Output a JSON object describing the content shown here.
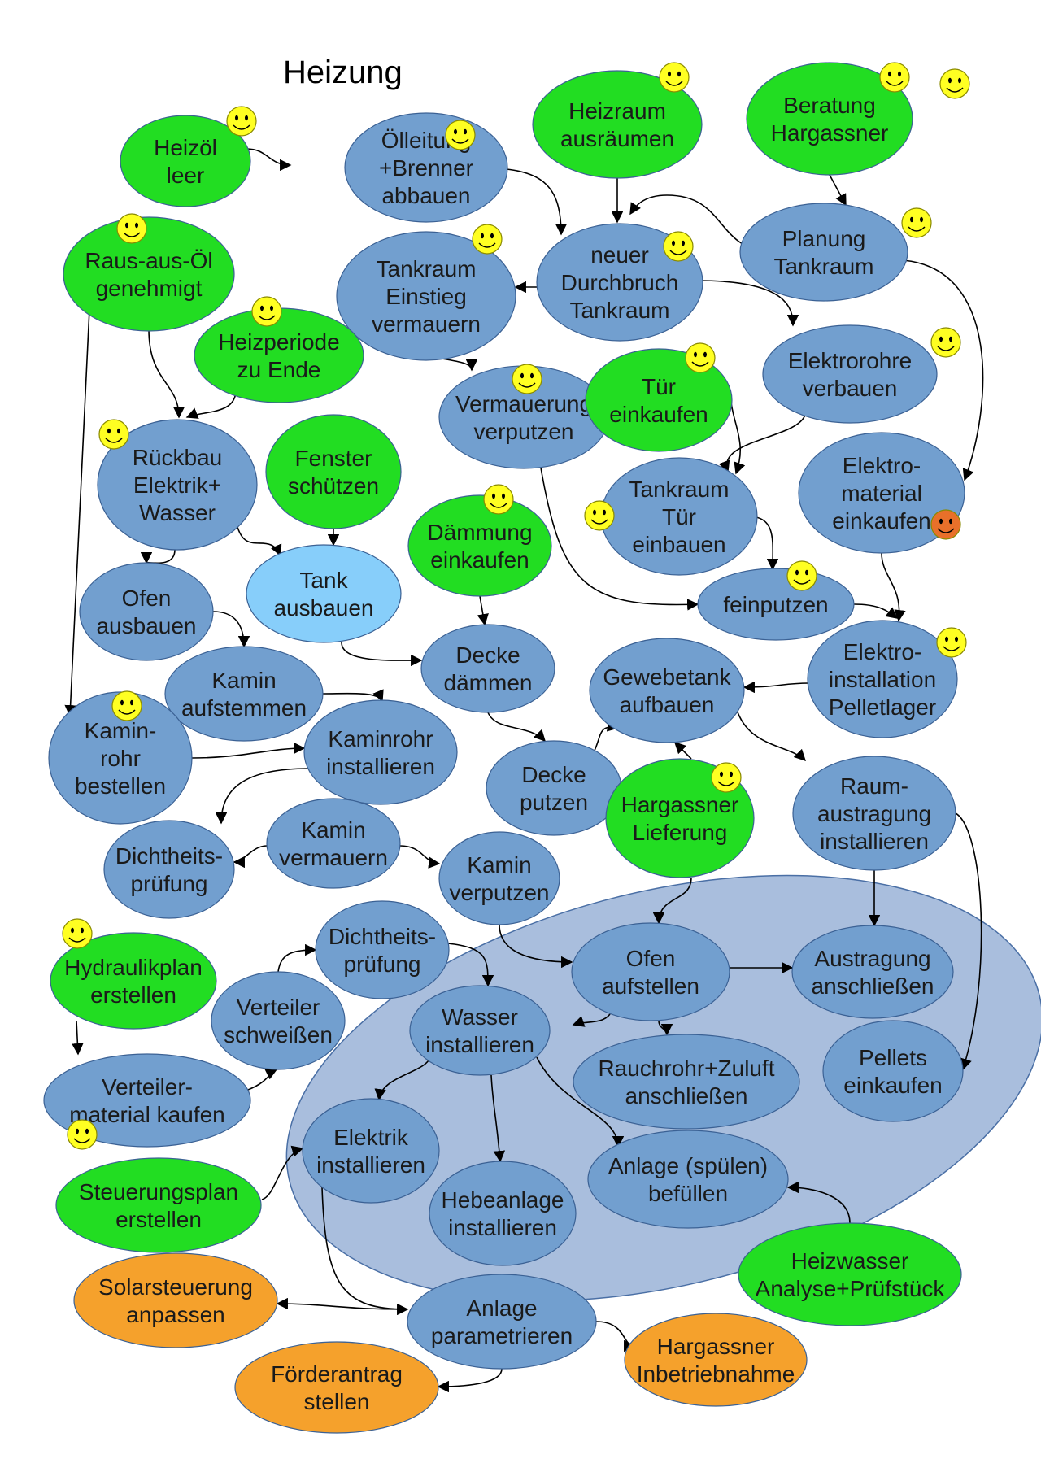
{
  "title": "Heizung",
  "colors": {
    "green": "#22dd22",
    "blue": "#729fcf",
    "light_blue": "#87cefa",
    "orange": "#f5a12c",
    "group": "#a9bedd",
    "smiley": "#ffff22",
    "smiley_warn": "#e8702a"
  },
  "nodes": [
    {
      "id": "heizoel",
      "lines": [
        "Heizöl",
        "leer"
      ],
      "color": "green"
    },
    {
      "id": "oelleitung",
      "lines": [
        "Ölleitung",
        "+Brenner",
        "abbauen"
      ],
      "color": "blue"
    },
    {
      "id": "heizraum",
      "lines": [
        "Heizraum",
        "ausräumen"
      ],
      "color": "green"
    },
    {
      "id": "beratung",
      "lines": [
        "Beratung",
        "Hargassner"
      ],
      "color": "green"
    },
    {
      "id": "rausausoel",
      "lines": [
        "Raus-aus-Öl",
        "genehmigt"
      ],
      "color": "green"
    },
    {
      "id": "tankraum_einstieg",
      "lines": [
        "Tankraum",
        "Einstieg",
        "vermauern"
      ],
      "color": "blue"
    },
    {
      "id": "durchbruch",
      "lines": [
        "neuer",
        "Durchbruch",
        "Tankraum"
      ],
      "color": "blue"
    },
    {
      "id": "planung",
      "lines": [
        "Planung",
        "Tankraum"
      ],
      "color": "blue"
    },
    {
      "id": "heizperiode",
      "lines": [
        "Heizperiode",
        "zu Ende"
      ],
      "color": "green"
    },
    {
      "id": "vermauerung_verputzen",
      "lines": [
        "Vermauerung",
        "verputzen"
      ],
      "color": "blue"
    },
    {
      "id": "tuer_einkaufen",
      "lines": [
        "Tür",
        "einkaufen"
      ],
      "color": "green"
    },
    {
      "id": "elektrorohre",
      "lines": [
        "Elektrorohre",
        "verbauen"
      ],
      "color": "blue"
    },
    {
      "id": "rueckbau",
      "lines": [
        "Rückbau",
        "Elektrik+",
        "Wasser"
      ],
      "color": "blue"
    },
    {
      "id": "fenster",
      "lines": [
        "Fenster",
        "schützen"
      ],
      "color": "green"
    },
    {
      "id": "tankraum_tuer",
      "lines": [
        "Tankraum",
        "Tür",
        "einbauen"
      ],
      "color": "blue"
    },
    {
      "id": "elektromaterial",
      "lines": [
        "Elektro-",
        "material",
        "einkaufen"
      ],
      "color": "blue"
    },
    {
      "id": "daemmung_einkaufen",
      "lines": [
        "Dämmung",
        "einkaufen"
      ],
      "color": "green"
    },
    {
      "id": "ofen_ausbauen",
      "lines": [
        "Ofen",
        "ausbauen"
      ],
      "color": "blue"
    },
    {
      "id": "tank_ausbauen",
      "lines": [
        "Tank",
        "ausbauen"
      ],
      "color": "light_blue"
    },
    {
      "id": "feinputzen",
      "lines": [
        "feinputzen"
      ],
      "color": "blue"
    },
    {
      "id": "decke_daemmen",
      "lines": [
        "Decke",
        "dämmen"
      ],
      "color": "blue"
    },
    {
      "id": "gewebetank",
      "lines": [
        "Gewebetank",
        "aufbauen"
      ],
      "color": "blue"
    },
    {
      "id": "elektroinstallation",
      "lines": [
        "Elektro-",
        "installation",
        "Pelletlager"
      ],
      "color": "blue"
    },
    {
      "id": "kamin_aufstemmen",
      "lines": [
        "Kamin",
        "aufstemmen"
      ],
      "color": "blue"
    },
    {
      "id": "kaminrohr_bestellen",
      "lines": [
        "Kamin-",
        "rohr",
        "bestellen"
      ],
      "color": "blue"
    },
    {
      "id": "kaminrohr_installieren",
      "lines": [
        "Kaminrohr",
        "installieren"
      ],
      "color": "blue"
    },
    {
      "id": "decke_putzen",
      "lines": [
        "Decke",
        "putzen"
      ],
      "color": "blue"
    },
    {
      "id": "hargassner_lieferung",
      "lines": [
        "Hargassner",
        "Lieferung"
      ],
      "color": "green"
    },
    {
      "id": "raumaustragung",
      "lines": [
        "Raum-",
        "austragung",
        "installieren"
      ],
      "color": "blue"
    },
    {
      "id": "dichtheit1",
      "lines": [
        "Dichtheits-",
        "prüfung"
      ],
      "color": "blue"
    },
    {
      "id": "kamin_vermauern",
      "lines": [
        "Kamin",
        "vermauern"
      ],
      "color": "blue"
    },
    {
      "id": "kamin_verputzen",
      "lines": [
        "Kamin",
        "verputzen"
      ],
      "color": "blue"
    },
    {
      "id": "dichtheit2",
      "lines": [
        "Dichtheits-",
        "prüfung"
      ],
      "color": "blue"
    },
    {
      "id": "hydraulikplan",
      "lines": [
        "Hydraulikplan",
        "erstellen"
      ],
      "color": "green"
    },
    {
      "id": "verteiler_schweissen",
      "lines": [
        "Verteiler",
        "schweißen"
      ],
      "color": "blue"
    },
    {
      "id": "ofen_aufstellen",
      "lines": [
        "Ofen",
        "aufstellen"
      ],
      "color": "blue"
    },
    {
      "id": "austragung",
      "lines": [
        "Austragung",
        "anschließen"
      ],
      "color": "blue"
    },
    {
      "id": "wasser_installieren",
      "lines": [
        "Wasser",
        "installieren"
      ],
      "color": "blue"
    },
    {
      "id": "rauchrohr",
      "lines": [
        "Rauchrohr+Zuluft",
        "anschließen"
      ],
      "color": "blue"
    },
    {
      "id": "pellets",
      "lines": [
        "Pellets",
        "einkaufen"
      ],
      "color": "blue"
    },
    {
      "id": "verteilermaterial",
      "lines": [
        "Verteiler-",
        "material kaufen"
      ],
      "color": "blue"
    },
    {
      "id": "elektrik_installieren",
      "lines": [
        "Elektrik",
        "installieren"
      ],
      "color": "blue"
    },
    {
      "id": "anlage_befuellen",
      "lines": [
        "Anlage (spülen)",
        "befüllen"
      ],
      "color": "blue"
    },
    {
      "id": "hebeanlage",
      "lines": [
        "Hebeanlage",
        "installieren"
      ],
      "color": "blue"
    },
    {
      "id": "steuerungsplan",
      "lines": [
        "Steuerungsplan",
        "erstellen"
      ],
      "color": "green"
    },
    {
      "id": "heizwasser",
      "lines": [
        "Heizwasser",
        "Analyse+Prüfstück"
      ],
      "color": "green"
    },
    {
      "id": "solarsteuerung",
      "lines": [
        "Solarsteuerung",
        "anpassen"
      ],
      "color": "orange"
    },
    {
      "id": "anlage_parametrieren",
      "lines": [
        "Anlage",
        "parametrieren"
      ],
      "color": "blue"
    },
    {
      "id": "hargassner_inbetriebnahme",
      "lines": [
        "Hargassner",
        "Inbetriebnahme"
      ],
      "color": "orange"
    },
    {
      "id": "foerderantrag",
      "lines": [
        "Förderantrag",
        "stellen"
      ],
      "color": "orange"
    }
  ],
  "smileys": [
    {
      "id": "s-heizoel",
      "mood": "happy"
    },
    {
      "id": "s-oelleitung",
      "mood": "happy"
    },
    {
      "id": "s-heizraum",
      "mood": "happy"
    },
    {
      "id": "s-beratung",
      "mood": "happy"
    },
    {
      "id": "s-legend",
      "mood": "happy"
    },
    {
      "id": "s-rausausoel",
      "mood": "happy"
    },
    {
      "id": "s-tankraum-einstieg",
      "mood": "happy"
    },
    {
      "id": "s-durchbruch",
      "mood": "happy"
    },
    {
      "id": "s-planung",
      "mood": "happy"
    },
    {
      "id": "s-heizperiode",
      "mood": "happy"
    },
    {
      "id": "s-vermauerung",
      "mood": "happy"
    },
    {
      "id": "s-tuer",
      "mood": "happy"
    },
    {
      "id": "s-elektrorohre",
      "mood": "happy"
    },
    {
      "id": "s-rueckbau",
      "mood": "happy"
    },
    {
      "id": "s-tankraum-tuer",
      "mood": "happy"
    },
    {
      "id": "s-elektromaterial",
      "mood": "warn"
    },
    {
      "id": "s-daemmung",
      "mood": "happy"
    },
    {
      "id": "s-feinputzen",
      "mood": "happy"
    },
    {
      "id": "s-elektroinstallation",
      "mood": "happy"
    },
    {
      "id": "s-kaminrohr-bestellen",
      "mood": "happy"
    },
    {
      "id": "s-hargassner-lieferung",
      "mood": "happy"
    },
    {
      "id": "s-hydraulikplan",
      "mood": "happy"
    },
    {
      "id": "s-verteilermaterial",
      "mood": "happy"
    }
  ]
}
